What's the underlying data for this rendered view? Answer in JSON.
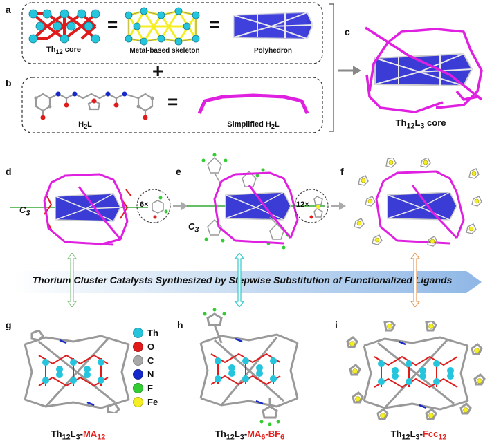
{
  "panels": {
    "a": {
      "letter": "a",
      "core": "Th",
      "core_sub": "12",
      "core_suffix": " core",
      "skeleton": "Metal-based skeleton",
      "polyhedron": "Polyhedron"
    },
    "b": {
      "letter": "b",
      "ligand": "H",
      "ligand_sub": "2",
      "ligand_suffix": "L",
      "simplified_prefix": "Simplified H",
      "simplified_sub": "2",
      "simplified_suffix": "L"
    },
    "c": {
      "letter": "c",
      "caption_a": "Th",
      "caption_sub1": "12",
      "caption_b": "L",
      "caption_sub2": "3",
      "caption_c": " core"
    },
    "d": {
      "letter": "d",
      "axis": "C",
      "axis_sub": "3",
      "multiplier": "6×"
    },
    "e": {
      "letter": "e",
      "axis": "C",
      "axis_sub": "3",
      "multiplier": "12×"
    },
    "f": {
      "letter": "f"
    },
    "g": {
      "letter": "g",
      "label_a": "Th",
      "label_sub1": "12",
      "label_b": "L",
      "label_sub2": "3",
      "label_dash": "-",
      "label_red": "MA",
      "label_red_sub": "12"
    },
    "h": {
      "letter": "h",
      "label_a": "Th",
      "label_sub1": "12",
      "label_b": "L",
      "label_sub2": "3",
      "label_dash": "-",
      "label_red1": "MA",
      "label_red_sub1": "6",
      "label_red2": "-BF",
      "label_red_sub2": "6"
    },
    "i": {
      "letter": "i",
      "label_a": "Th",
      "label_sub1": "12",
      "label_b": "L",
      "label_sub2": "3",
      "label_dash": "-",
      "label_red": "Fcc",
      "label_red_sub": "12"
    }
  },
  "operators": {
    "equals": "=",
    "plus": "+"
  },
  "banner": {
    "text": "Thorium Cluster Catalysts Synthesized by Stepwise Substitution of Functionalized Ligands"
  },
  "legend": [
    {
      "symbol": "Th",
      "color": "#25c6dd"
    },
    {
      "symbol": "O",
      "color": "#e01b1b"
    },
    {
      "symbol": "C",
      "color": "#a8a8a8"
    },
    {
      "symbol": "N",
      "color": "#1528c9"
    },
    {
      "symbol": "F",
      "color": "#33cc33"
    },
    {
      "symbol": "Fe",
      "color": "#f5ee22"
    }
  ],
  "colors": {
    "thorium": "#25c6dd",
    "oxygen": "#e01b1b",
    "skeleton": "#f5ee22",
    "polyhedron": "#3b3bd6",
    "ligand": "#e020e0",
    "arrow": "#888888",
    "banner": "#9cc2ea"
  }
}
